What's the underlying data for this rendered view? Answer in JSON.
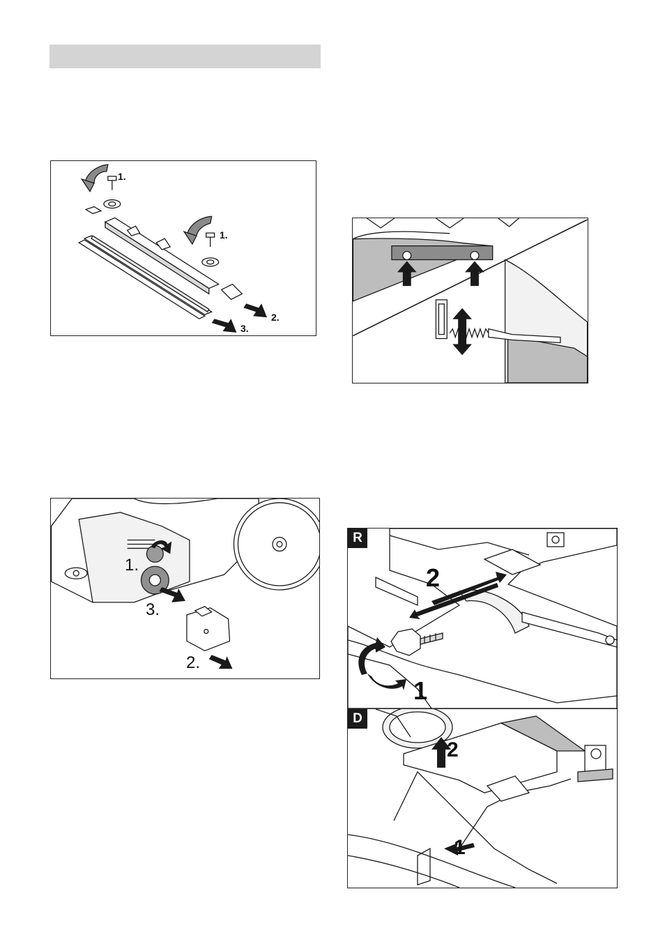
{
  "figure_squeegee": {
    "steps": [
      "1.",
      "1.",
      "2.",
      "3."
    ]
  },
  "figure_brush": {
    "steps": [
      "1.",
      "3.",
      "2."
    ]
  },
  "figure_seal": {},
  "figure_cover": {
    "panel_r": {
      "badge": "R",
      "steps": [
        "2",
        "1"
      ]
    },
    "panel_d": {
      "badge": "D",
      "steps": [
        "2",
        "1"
      ]
    }
  },
  "colors": {
    "line": "#1a1a1a",
    "fill_light": "#ffffff",
    "fill_grey": "#bdbdbd",
    "section_bar": "#d4d4d4"
  }
}
